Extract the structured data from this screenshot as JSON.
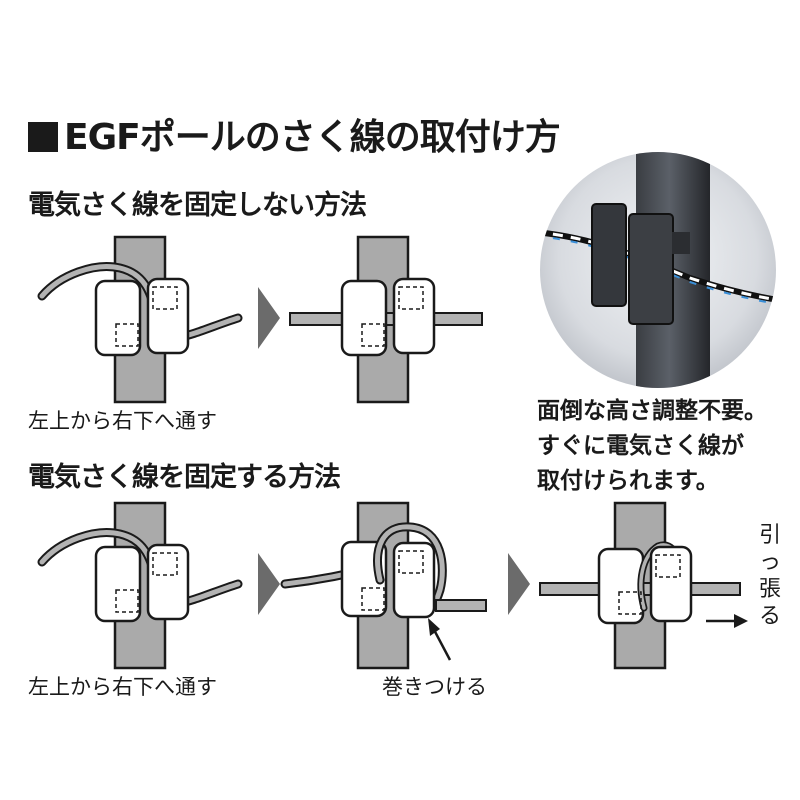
{
  "title": "EGFポールのさく線の取付け方",
  "section1": {
    "heading": "電気さく線を固定しない方法",
    "caption": "左上から右下へ通す"
  },
  "section2": {
    "heading": "電気さく線を固定する方法",
    "caption_left": "左上から右下へ通す",
    "caption_wrap": "巻きつける",
    "pull_label": [
      "引",
      "っ",
      "張",
      "る"
    ]
  },
  "photo": {
    "note_lines": [
      "面倒な高さ調整不要。",
      "すぐに電気さく線が",
      "取付けられます。"
    ]
  },
  "colors": {
    "pole": "#aaaaaa",
    "wire": "#b3b3b3",
    "arrow": "#6b6b6b",
    "photo_bg": "#d5d8dd"
  }
}
